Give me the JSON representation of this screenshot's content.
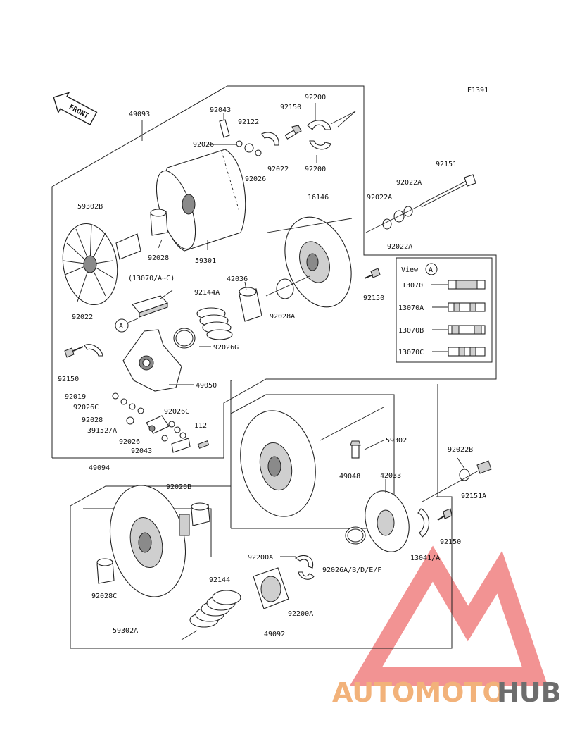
{
  "diagram": {
    "code": "E1391",
    "front_label": "FRONT",
    "view_title": "View",
    "view_marker": "A",
    "group_note": "(13070/A~C)",
    "callout_marker": "A",
    "labels": {
      "49093": "49093",
      "92043_top": "92043",
      "92122": "92122",
      "92150_top": "92150",
      "92200_top": "92200",
      "92026_a": "92026",
      "92026_b": "92026",
      "92022_top": "92022",
      "92200_mid": "92200",
      "92151": "92151",
      "92022A_top": "92022A",
      "92022A_mid": "92022A",
      "92022A_bot": "92022A",
      "16146": "16146",
      "59302B": "59302B",
      "92028": "92028",
      "59301": "59301",
      "42036": "42036",
      "92144A": "92144A",
      "92028A": "92028A",
      "92150_mid": "92150",
      "13070": "13070",
      "13070A": "13070A",
      "13070B": "13070B",
      "13070C": "13070C",
      "92022_left": "92022",
      "92026G": "92026G",
      "92150_left": "92150",
      "49050": "49050",
      "92019": "92019",
      "92026C_a": "92026C",
      "92026C_b": "92026C",
      "92028_low": "92028",
      "39152A": "39152/A",
      "92026_low": "92026",
      "92043_low": "92043",
      "112": "112",
      "59302": "59302",
      "49094": "49094",
      "92022B": "92022B",
      "49048": "49048",
      "42033": "42033",
      "92151A": "92151A",
      "92028B": "92028B",
      "92150_low": "92150",
      "13041A": "13041/A",
      "92200A_a": "92200A",
      "92026ABDEF": "92026A/B/D/E/F",
      "92144": "92144",
      "92028C": "92028C",
      "92200A_b": "92200A",
      "59302A": "59302A",
      "49092": "49092"
    }
  },
  "watermark": {
    "part1": "AUTOMOTO",
    "part2": "HUB",
    "color_part1": "#f2b27a",
    "color_part2": "#6d6d6d",
    "logo_color": "#f08080"
  }
}
